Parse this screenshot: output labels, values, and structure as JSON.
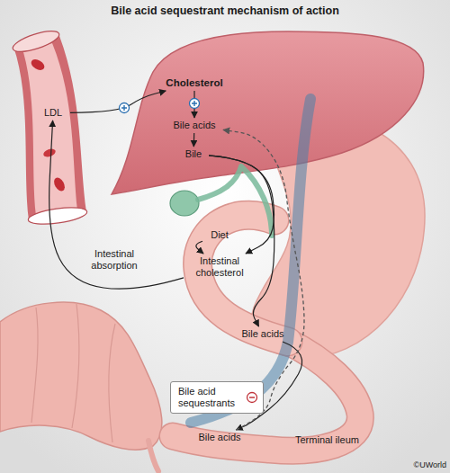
{
  "diagram": {
    "title": "Bile acid sequestrant mechanism of action",
    "nodes": [
      {
        "text": [
          "LDL"
        ]
      },
      {
        "text": [
          "Cholesterol"
        ]
      },
      {
        "text": [
          "Bile acids"
        ]
      },
      {
        "text": [
          "Bile"
        ]
      },
      {
        "text": [
          "Diet"
        ]
      },
      {
        "text": [
          "Intestinal cholesterol"
        ]
      },
      {
        "text": [
          "Bile acids"
        ]
      },
      {
        "text": [
          "Bile acid sequestrants"
        ]
      },
      {
        "text": [
          "Bile acids"
        ]
      }
    ],
    "edges": [
      {
        "from": 0,
        "to": 1,
        "arrow": "to"
      },
      {
        "from": 1,
        "to": 2,
        "arrow": "to"
      },
      {
        "from": 2,
        "to": 3,
        "arrow": "to"
      },
      {
        "from": 3,
        "to": 5,
        "arrow": "to"
      },
      {
        "from": 4,
        "to": 5,
        "arrow": "to"
      },
      {
        "from": 5,
        "to": 0,
        "label": "Intestinal absorption",
        "arrow": "to"
      },
      {
        "from": 3,
        "to": 6,
        "arrow": "to"
      },
      {
        "from": 6,
        "to": 8,
        "arrow": "to"
      },
      {
        "from": 8,
        "to": 2,
        "arrow": "to"
      }
    ],
    "labels": [
      "Terminal ileum",
      "©UWorld"
    ]
  }
}
